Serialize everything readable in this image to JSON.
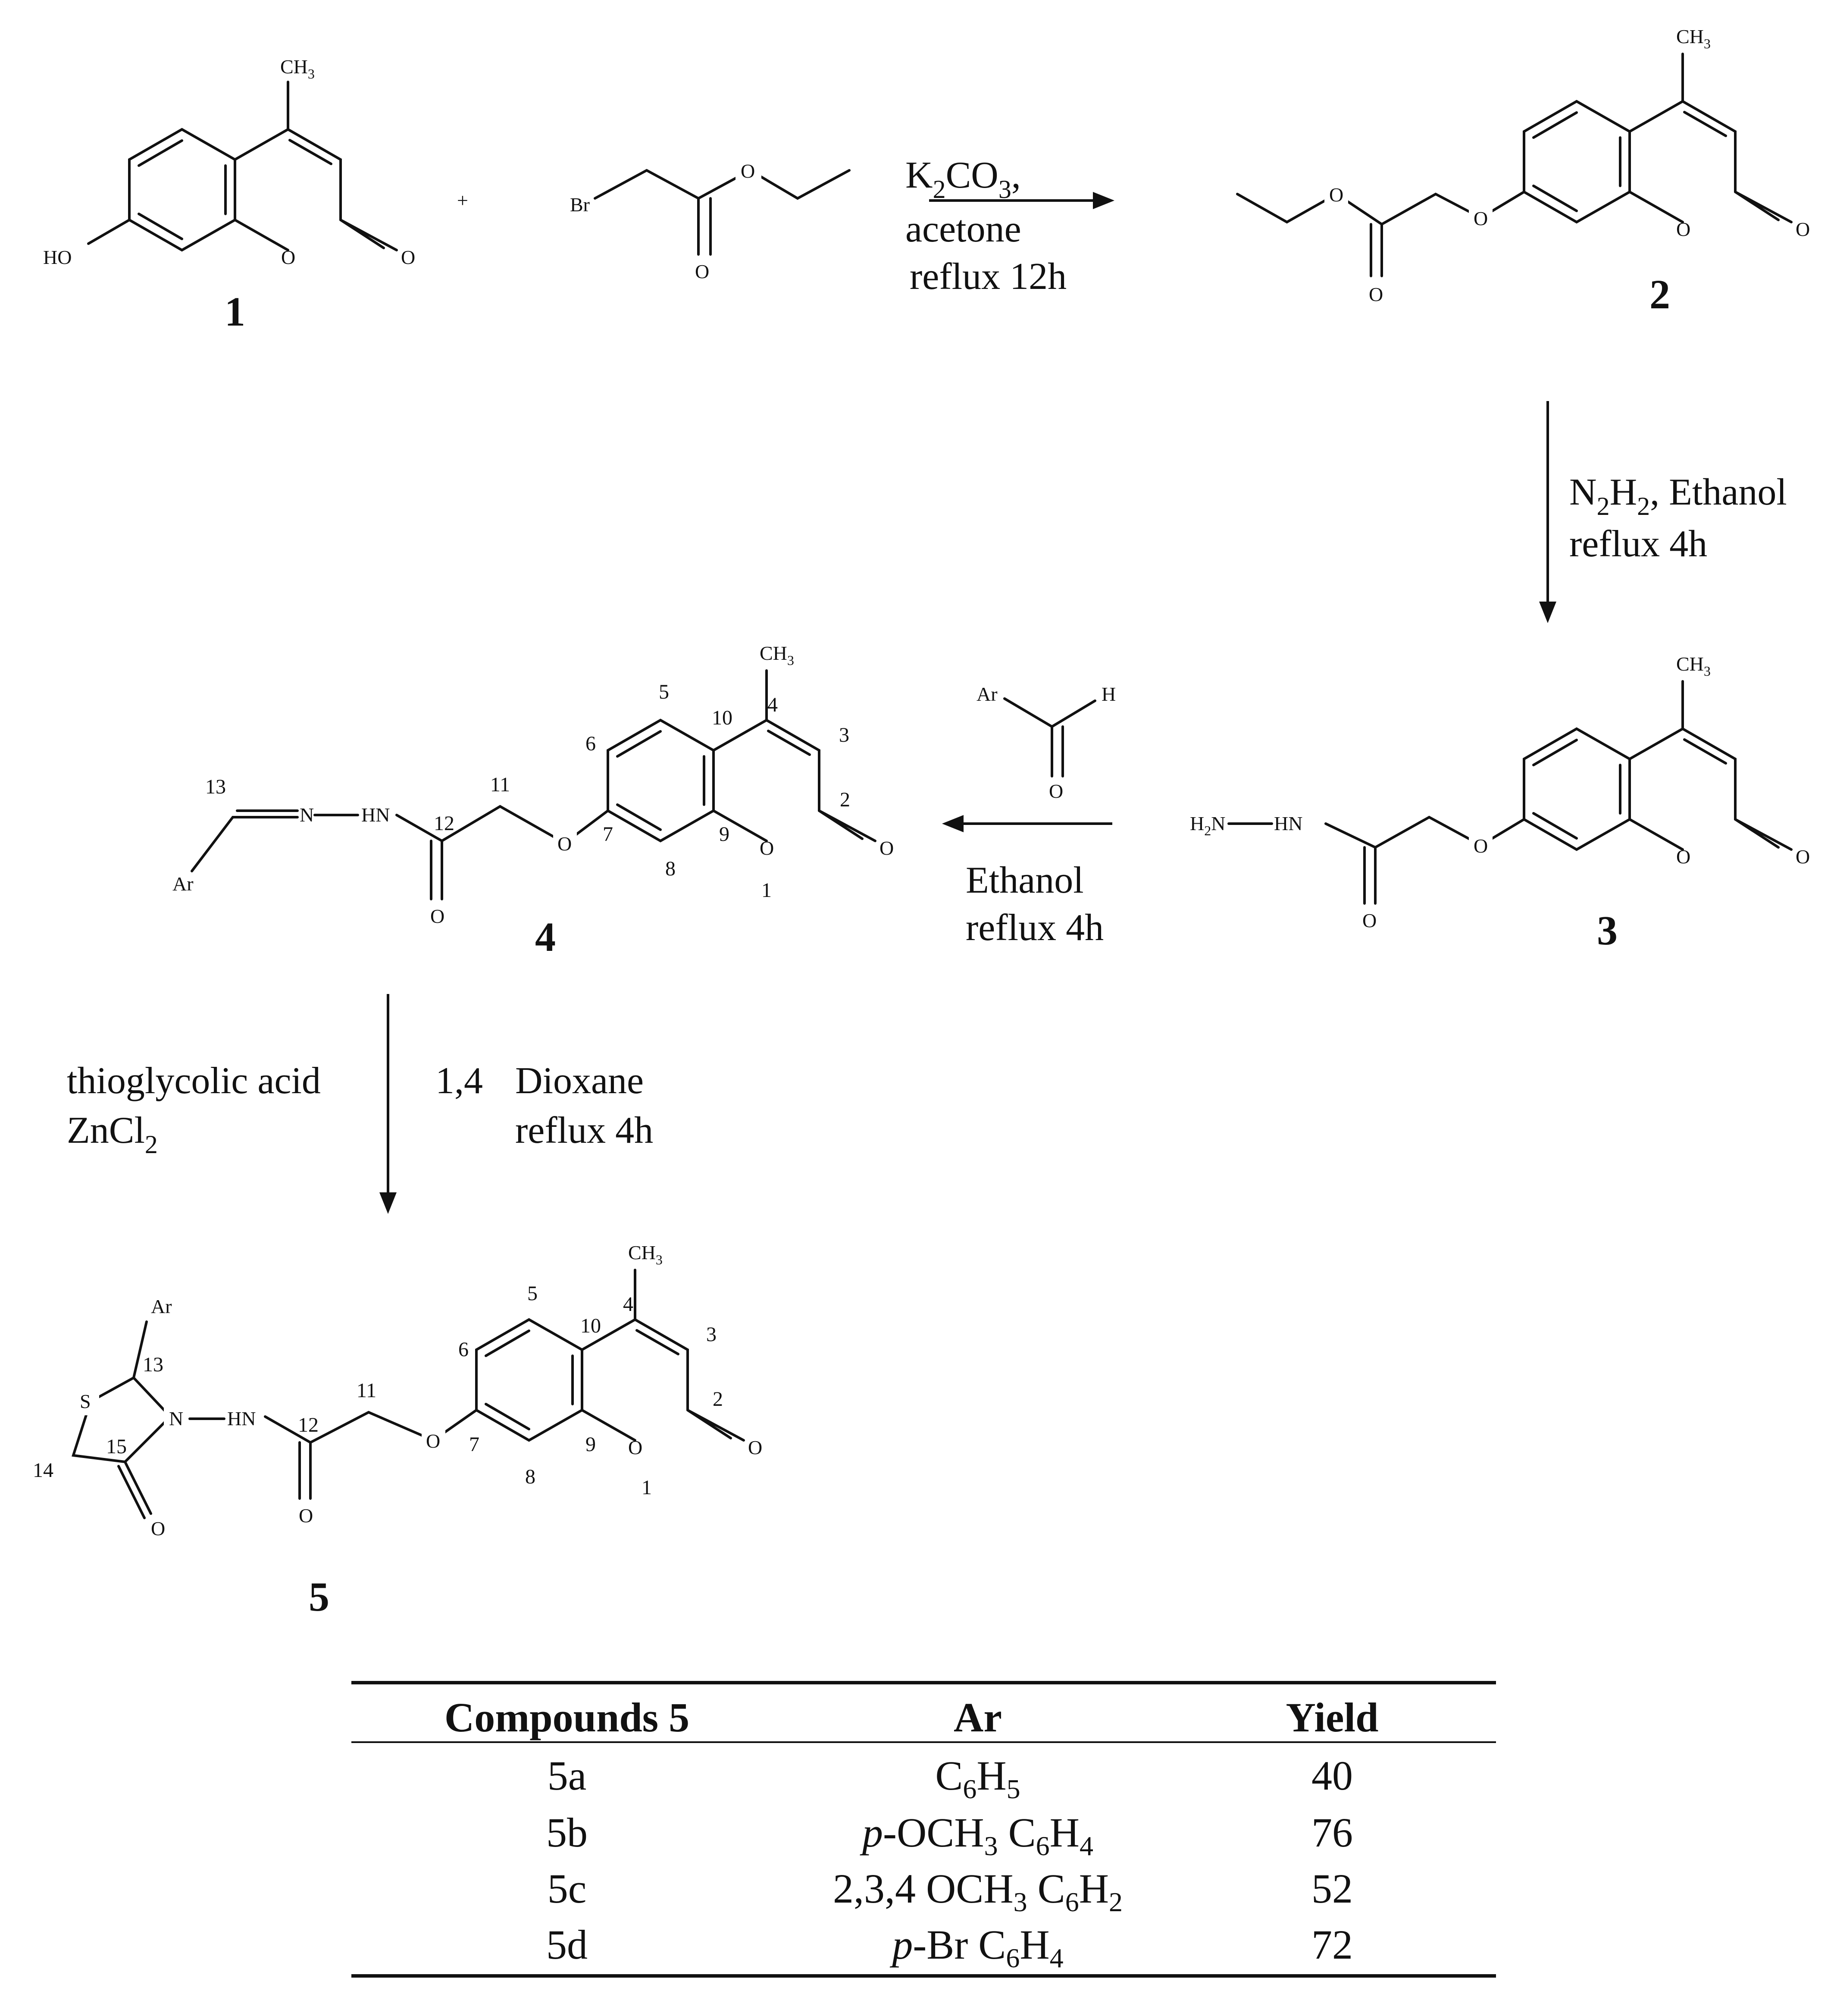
{
  "atoms": {
    "ch3": "CH3",
    "ho": "HO",
    "o": "O",
    "br": "Br",
    "plus": "+",
    "ar": "Ar",
    "h": "H",
    "hn": "HN",
    "n": "N",
    "h2n": "H2N",
    "s": "S"
  },
  "compounds": {
    "c1": "1",
    "c2": "2",
    "c3": "3",
    "c4": "4",
    "c5": "5"
  },
  "conditions": {
    "step1": [
      "K2CO3,",
      "acetone",
      "reflux 12h"
    ],
    "step2": [
      "N2H2, Ethanol",
      "reflux 4h"
    ],
    "step3": [
      "Ethanol",
      "reflux 4h"
    ],
    "step4_left": [
      "thioglycolic acid",
      "ZnCl2"
    ],
    "step4_mid": "1,4",
    "step4_right": [
      "Dioxane",
      "reflux 4h"
    ]
  },
  "numbering_4": [
    "1",
    "2",
    "3",
    "4",
    "5",
    "6",
    "7",
    "8",
    "9",
    "10",
    "11",
    "12",
    "13"
  ],
  "numbering_5": [
    "1",
    "2",
    "3",
    "4",
    "5",
    "6",
    "7",
    "8",
    "9",
    "10",
    "11",
    "12",
    "13",
    "14",
    "15"
  ],
  "table": {
    "headers": [
      "Compounds 5",
      "Ar",
      "Yield"
    ],
    "rows": [
      {
        "compound": "5a",
        "ar": "C6H5",
        "yield": 40
      },
      {
        "compound": "5b",
        "ar": "p-OCH3 C6H4",
        "yield": 76
      },
      {
        "compound": "5c",
        "ar": "2,3,4 OCH3 C6H2",
        "yield": 52
      },
      {
        "compound": "5d",
        "ar": "p-Br C6H4",
        "yield": 72
      }
    ]
  }
}
